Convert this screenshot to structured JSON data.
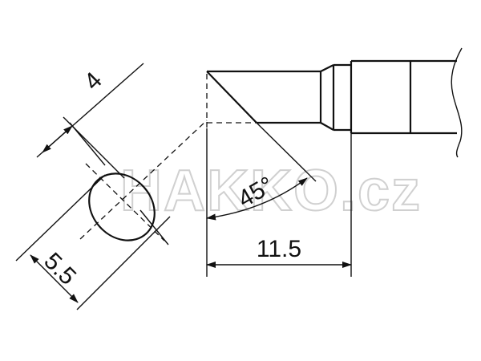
{
  "dimensions": {
    "tip_width": "4",
    "tip_diameter": "5.5",
    "angle": "45°",
    "length": "11.5"
  },
  "watermark": "HAKKO.cz",
  "colors": {
    "line": "#111111",
    "watermark": "#d0d0d0",
    "background": "#ffffff"
  }
}
